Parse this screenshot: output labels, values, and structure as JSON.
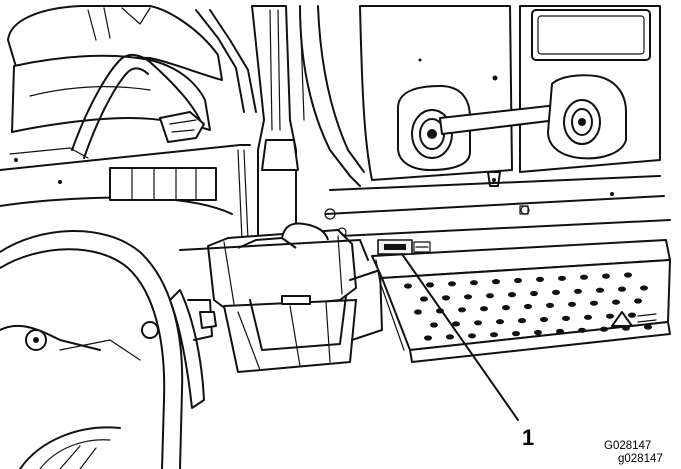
{
  "figure": {
    "callout": "1",
    "code_primary": "G028147",
    "code_secondary": "g028147"
  }
}
